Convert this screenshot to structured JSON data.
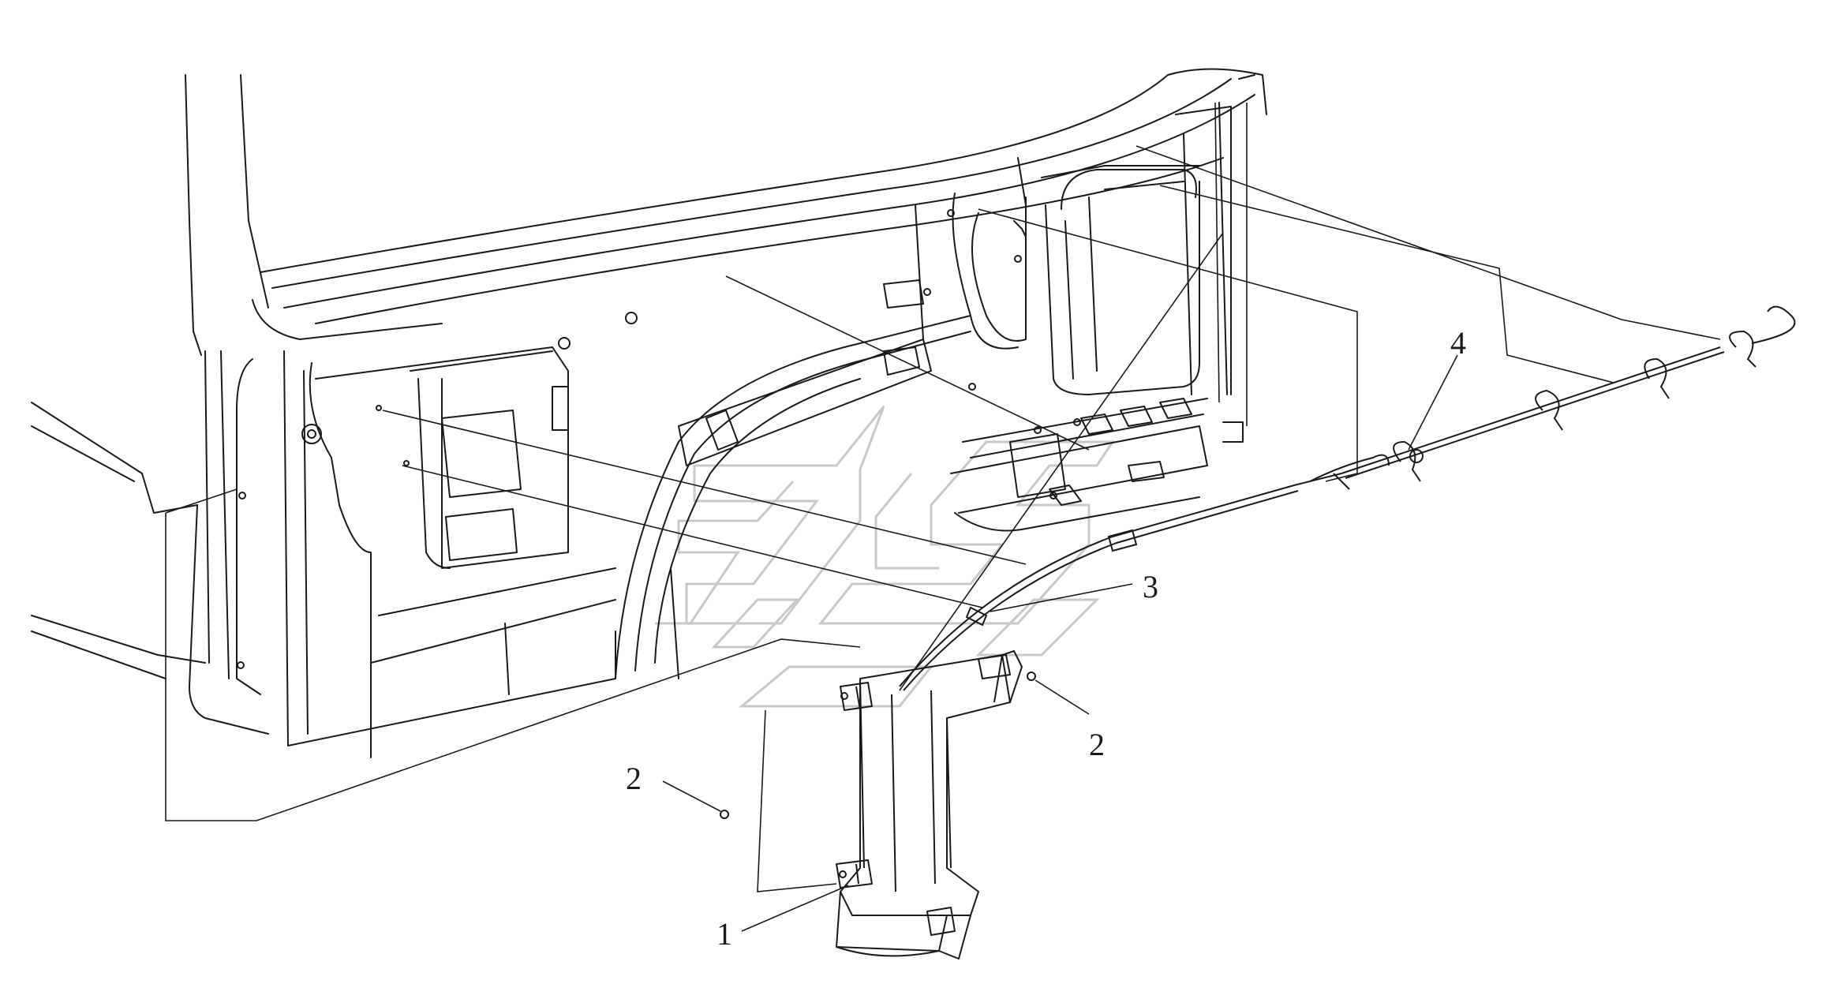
{
  "diagram": {
    "callouts": [
      {
        "id": "callout-1",
        "label": "1"
      },
      {
        "id": "callout-2-left",
        "label": "2"
      },
      {
        "id": "callout-2-right",
        "label": "2"
      },
      {
        "id": "callout-3",
        "label": "3"
      },
      {
        "id": "callout-4",
        "label": "4"
      }
    ]
  },
  "colors": {
    "line": "#1a1a1a",
    "watermark": "#c8c8c8",
    "background": "#ffffff"
  }
}
